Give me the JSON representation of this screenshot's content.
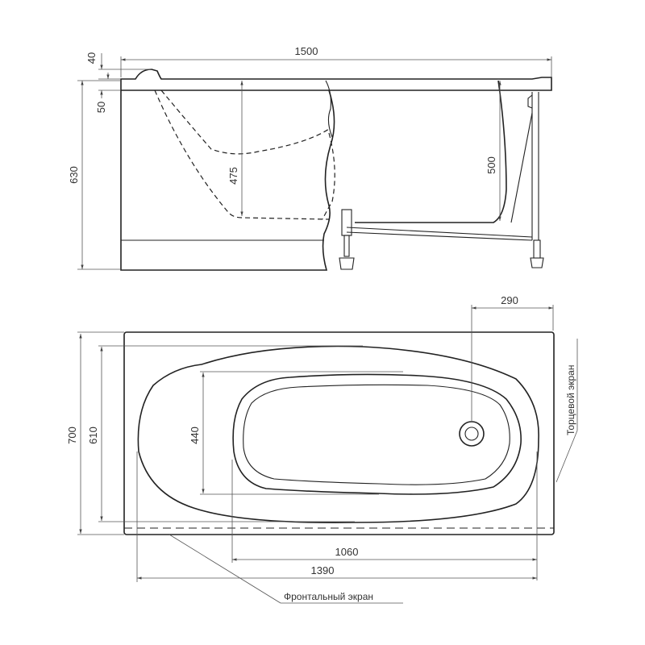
{
  "side_view": {
    "overall_length": "1500",
    "height": "630",
    "rim_top": "40",
    "rim_thickness": "50",
    "headrest_depth": "475",
    "bowl_depth": "500"
  },
  "top_view": {
    "overall_width": "700",
    "inner_width": "610",
    "bowl_width": "440",
    "drain_offset": "290",
    "bowl_length": "1060",
    "inner_length": "1390"
  },
  "labels": {
    "end_panel": "Торцевой экран",
    "front_panel": "Фронтальный экран"
  }
}
